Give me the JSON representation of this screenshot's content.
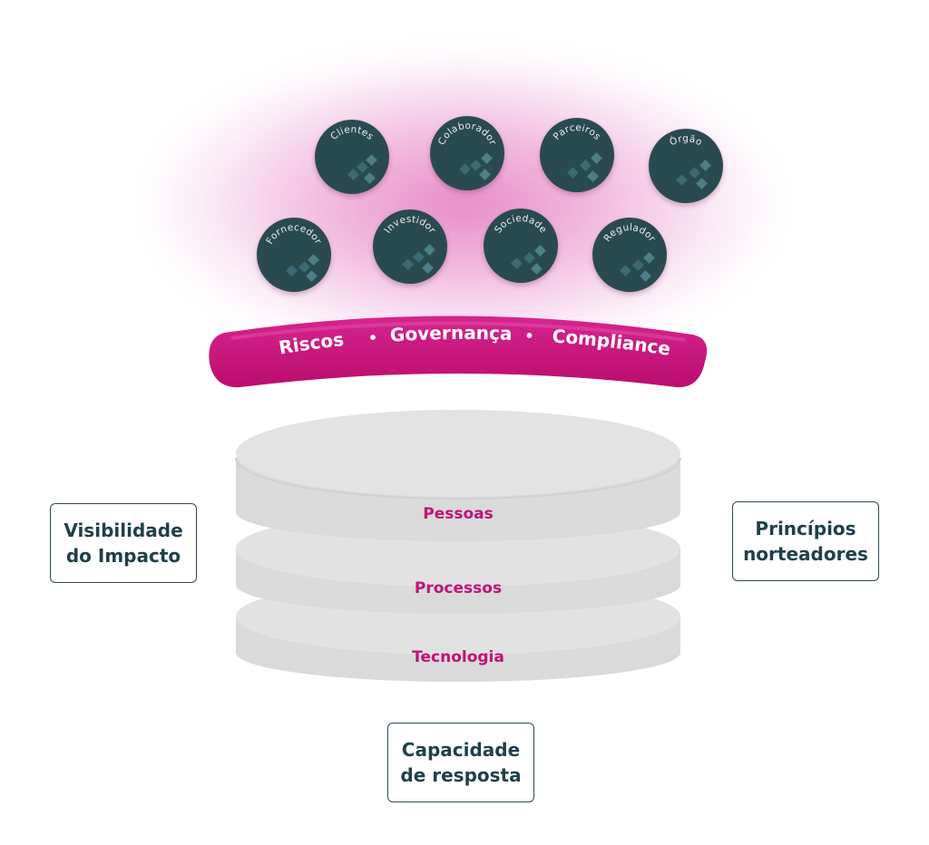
{
  "stakeholders": {
    "top_row": [
      "Clientes",
      "Colaborador",
      "Parceiros",
      "Órgão"
    ],
    "bottom_row": [
      "Fornecedor",
      "Investidor",
      "Sociedade",
      "Regulador"
    ]
  },
  "band": {
    "items": [
      "Riscos",
      "Governança",
      "Compliance"
    ],
    "separator": "•"
  },
  "layers": [
    "Pessoas",
    "Processos",
    "Tecnologia"
  ],
  "pillars": {
    "left": [
      "Visibilidade",
      "do Impacto"
    ],
    "right": [
      "Princípios",
      "norteadores"
    ],
    "bottom": [
      "Capacidade",
      "de resposta"
    ]
  },
  "colors": {
    "accent": "#c6117a",
    "stakeholder_fill": "#2a4a52",
    "disc_fill": "#dedede",
    "pillar_border": "#2d4a55",
    "pillar_text": "#20404a"
  }
}
